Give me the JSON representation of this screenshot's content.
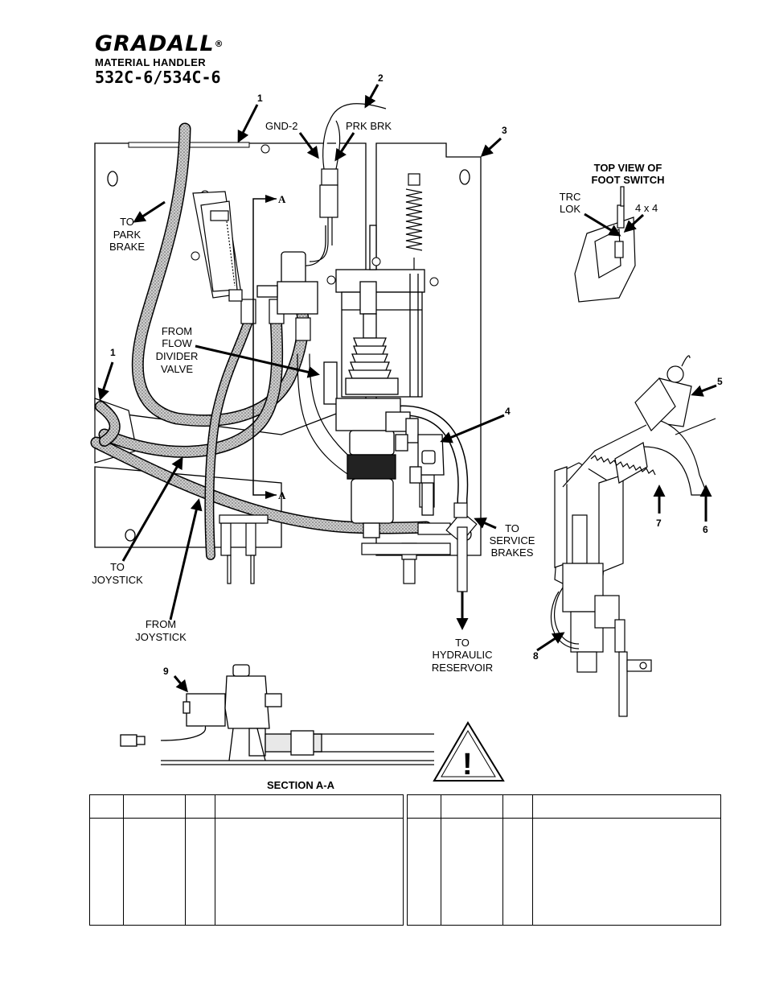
{
  "header": {
    "brand": "GRADALL",
    "registered": "®",
    "subtitle": "MATERIAL HANDLER",
    "model": "532C-6/534C-6"
  },
  "callouts": {
    "c1_top": "1",
    "c1_left": "1",
    "c2": "2",
    "c3": "3",
    "c4": "4",
    "c5": "5",
    "c6": "6",
    "c7": "7",
    "c8": "8",
    "c9": "9"
  },
  "labels": {
    "gnd2": "GND-2",
    "prk_brk": "PRK BRK",
    "to_park_brake": [
      "TO",
      "PARK",
      "BRAKE"
    ],
    "from_flow_divider": [
      "FROM",
      "FLOW",
      "DIVIDER",
      "VALVE"
    ],
    "to_joystick": [
      "TO",
      "JOYSTICK"
    ],
    "from_joystick": [
      "FROM",
      "JOYSTICK"
    ],
    "to_service_brakes": [
      "TO",
      "SERVICE",
      "BRAKES"
    ],
    "to_hydraulic_reservoir": [
      "TO",
      "HYDRAULIC",
      "RESERVOIR"
    ],
    "top_view": [
      "TOP VIEW OF",
      "FOOT SWITCH"
    ],
    "trc_lok": [
      "TRC",
      "LOK"
    ],
    "four_by_four": "4 x 4",
    "section_marker": "A",
    "section_title": "SECTION A-A",
    "warning_mark": "!"
  }
}
